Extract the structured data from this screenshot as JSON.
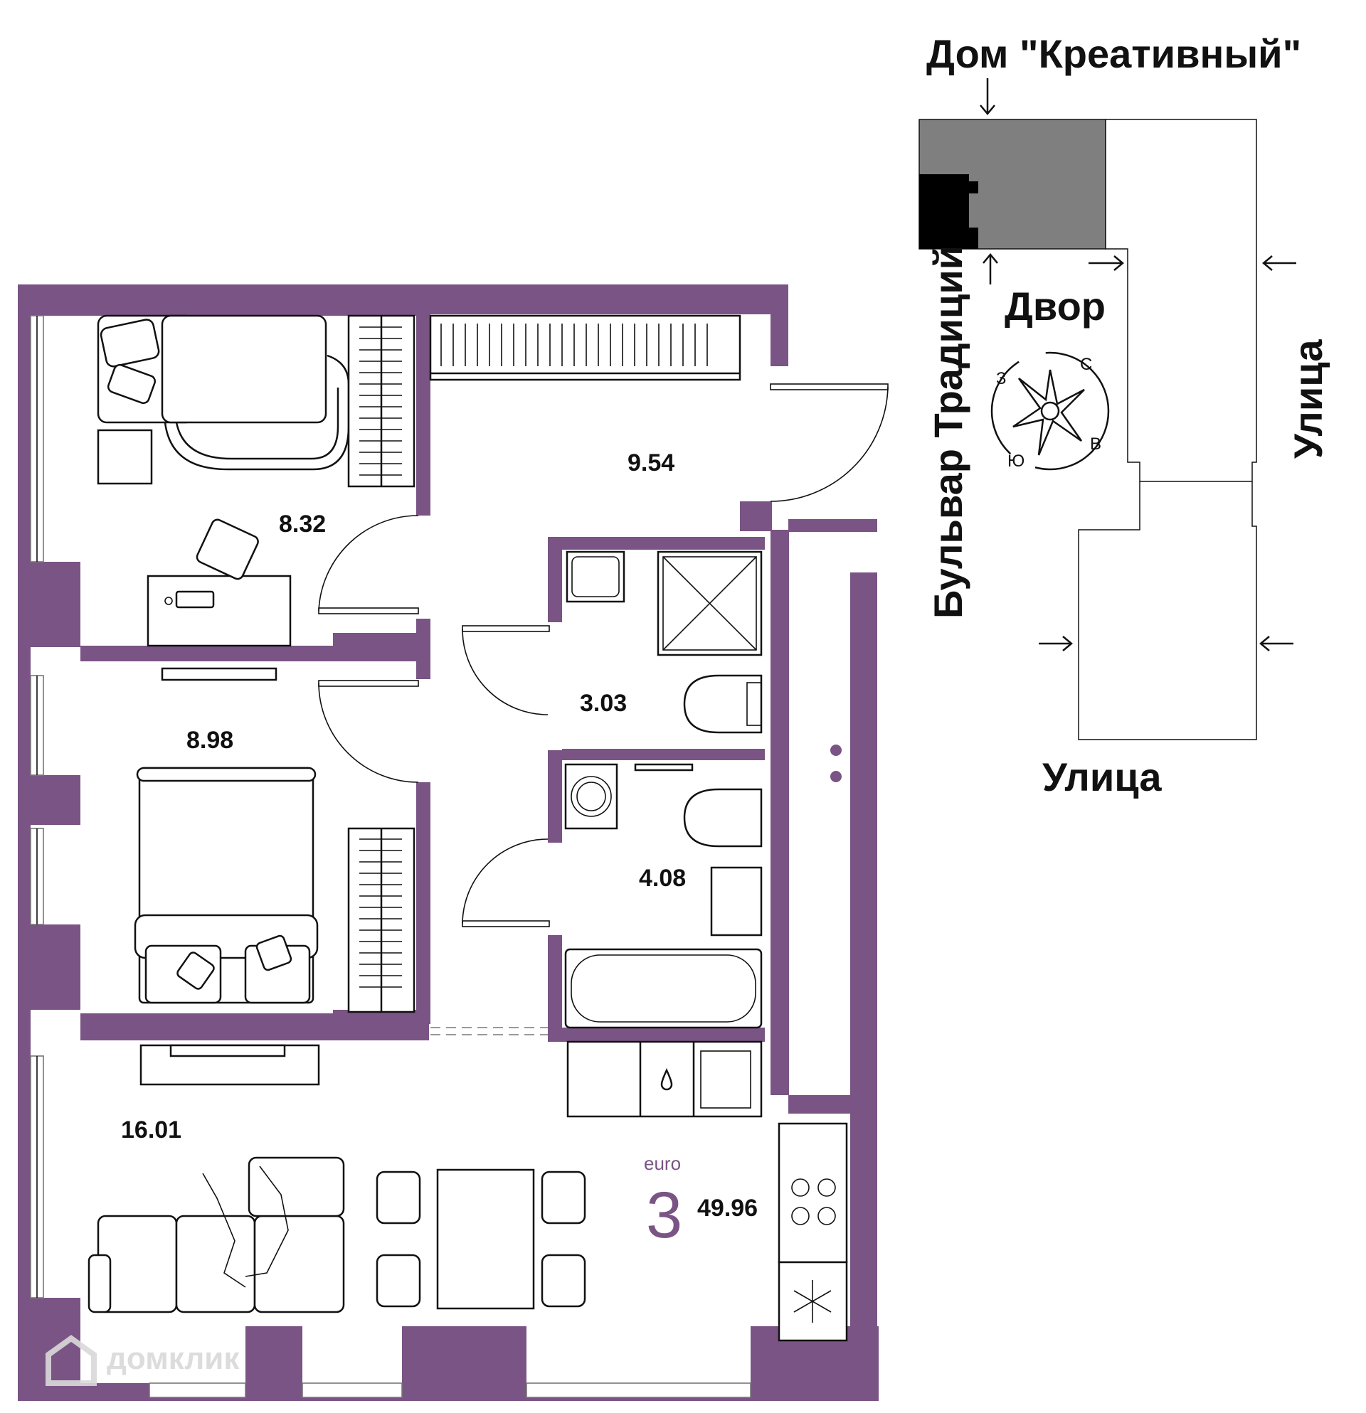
{
  "rooms": {
    "bedroom_small": {
      "area": "8.32"
    },
    "hall": {
      "area": "9.54"
    },
    "bathroom_small": {
      "area": "3.03"
    },
    "bedroom": {
      "area": "8.98"
    },
    "bathroom": {
      "area": "4.08"
    },
    "living": {
      "area": "16.01"
    }
  },
  "apartment": {
    "type_label": "euro",
    "rooms_count": "3",
    "total_area": "49.96"
  },
  "site_plan": {
    "building_label": "Дом \"Креативный\"",
    "yard_label": "Двор",
    "boulevard_label": "Бульвар Традиций",
    "street_right_label": "Улица",
    "street_bottom_label": "Улица",
    "compass": {
      "n": "С",
      "e": "В",
      "s": "Ю",
      "w": "З"
    }
  },
  "watermark": {
    "text": "домклик"
  },
  "colors": {
    "wall": "#7a5484",
    "building_gray": "#7f7f7f",
    "apartment_black": "#000000",
    "watermark": "#d9d9d9"
  }
}
